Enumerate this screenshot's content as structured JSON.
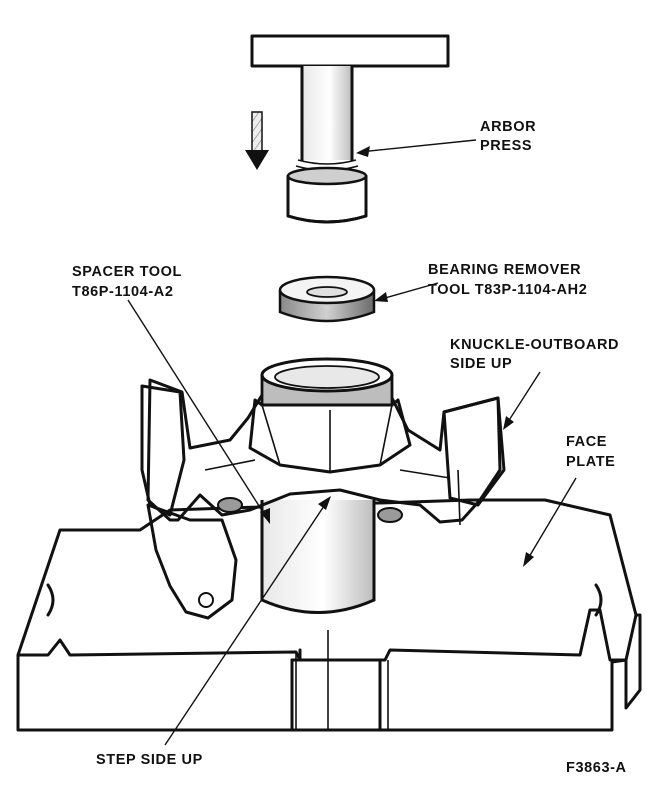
{
  "labels": {
    "arbor_press": [
      "ARBOR",
      "PRESS"
    ],
    "spacer_tool": [
      "SPACER TOOL",
      "T86P-1104-A2"
    ],
    "bearing_remover": [
      "BEARING REMOVER",
      "TOOL T83P-1104-AH2"
    ],
    "knuckle": [
      "KNUCKLE-OUTBOARD",
      "SIDE UP"
    ],
    "face_plate": [
      "FACE",
      "PLATE"
    ],
    "step_side": "STEP SIDE UP",
    "figure_id": "F3863-A"
  },
  "colors": {
    "ink": "#111111",
    "paper": "#ffffff",
    "shade": "#d8d8d8",
    "dark_shade": "#555555"
  },
  "icons": {
    "direction_arrow": "down-arrow-icon"
  }
}
